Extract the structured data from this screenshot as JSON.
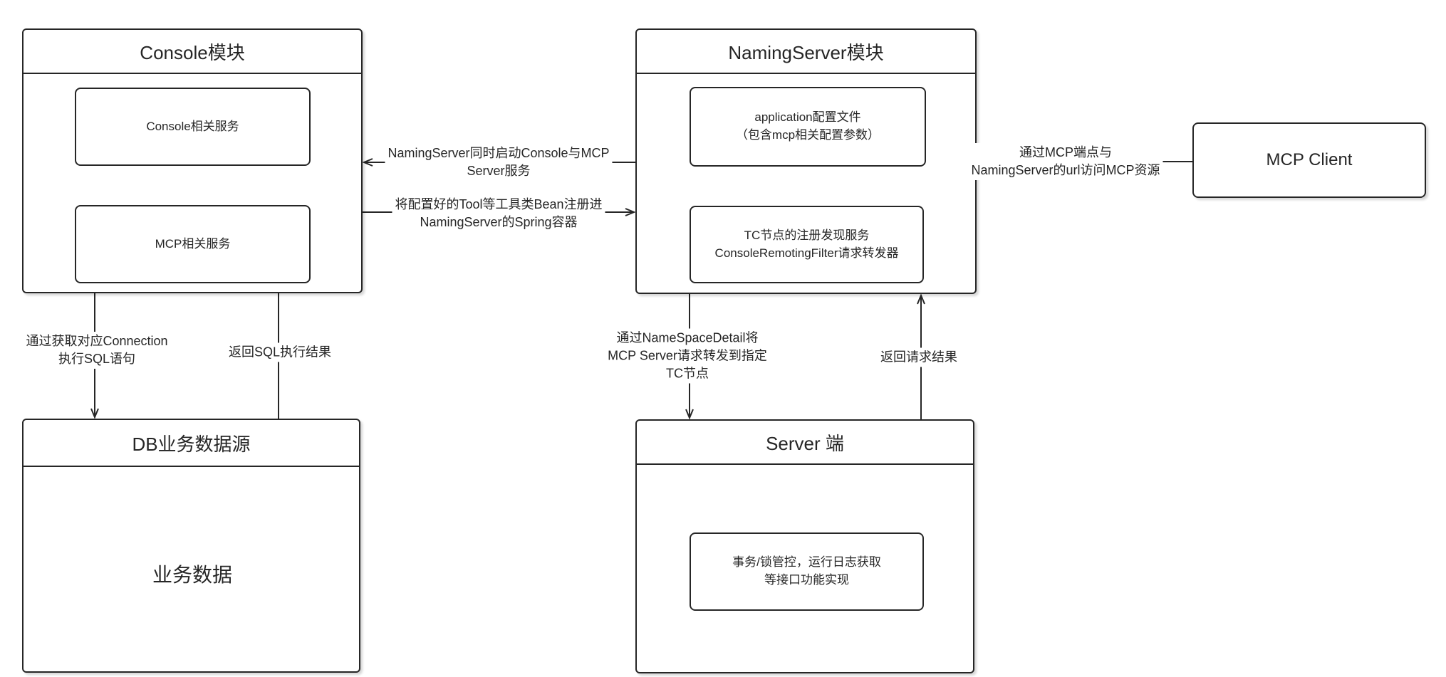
{
  "modules": {
    "console": {
      "title": "Console模块",
      "services": [
        "Console相关服务",
        "MCP相关服务"
      ]
    },
    "naming_server": {
      "title": "NamingServer模块",
      "services": [
        "application配置文件\n（包含mcp相关配置参数）",
        "TC节点的注册发现服务\nConsoleRemotingFilter请求转发器"
      ]
    },
    "mcp_client": {
      "title": "MCP Client"
    },
    "db": {
      "title": "DB业务数据源",
      "data_label": "业务数据"
    },
    "server": {
      "title": "Server 端",
      "services": [
        "事务/锁管控，运行日志获取\n等接口功能实现"
      ]
    }
  },
  "edges": {
    "naming_to_console": {
      "label": "NamingServer同时启动Console与MCP\nServer服务"
    },
    "console_to_naming": {
      "label": "将配置好的Tool等工具类Bean注册进\nNamingServer的Spring容器"
    },
    "client_to_naming": {
      "label": "通过MCP端点与\nNamingServer的url访问MCP资源"
    },
    "console_to_db": {
      "label": "通过获取对应Connection\n执行SQL语句"
    },
    "db_to_console": {
      "label": "返回SQL执行结果"
    },
    "naming_to_server": {
      "label": "通过NameSpaceDetail将\nMCP Server请求转发到指定\nTC节点"
    },
    "server_to_naming": {
      "label": "返回请求结果"
    }
  },
  "colors": {
    "stroke": "#262626",
    "text": "#262626",
    "background": "#ffffff"
  }
}
